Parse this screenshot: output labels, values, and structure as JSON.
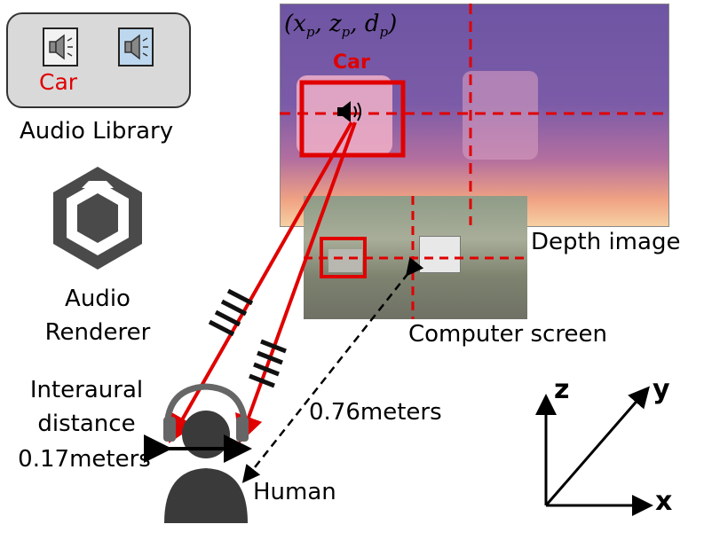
{
  "audio_library": {
    "title": "Audio Library",
    "selected_label": "Car",
    "icons": [
      "speaker-icon",
      "speaker-icon-selected"
    ]
  },
  "audio_renderer": {
    "line1": "Audio",
    "line2": "Renderer",
    "icon": "unity-logo-icon"
  },
  "depth_image": {
    "label": "Depth image",
    "coords": "(x_p, z_p, d_p)",
    "coords_parts": {
      "x": "x",
      "x_sub": "p",
      "z": "z",
      "z_sub": "p",
      "d": "d",
      "d_sub": "p"
    },
    "object_label": "Car"
  },
  "computer_screen": {
    "label": "Computer screen"
  },
  "human": {
    "label": "Human",
    "interaural_line1": "Interaural",
    "interaural_line2": "distance",
    "interaural_value": "0.17meters"
  },
  "distance_label": "0.76meters",
  "axes": {
    "z": "z",
    "y": "y",
    "x": "x"
  },
  "colors": {
    "highlight": "#e00000",
    "library_bg": "#d9d9d9",
    "selected_icon_bg": "#bdd7ee"
  }
}
